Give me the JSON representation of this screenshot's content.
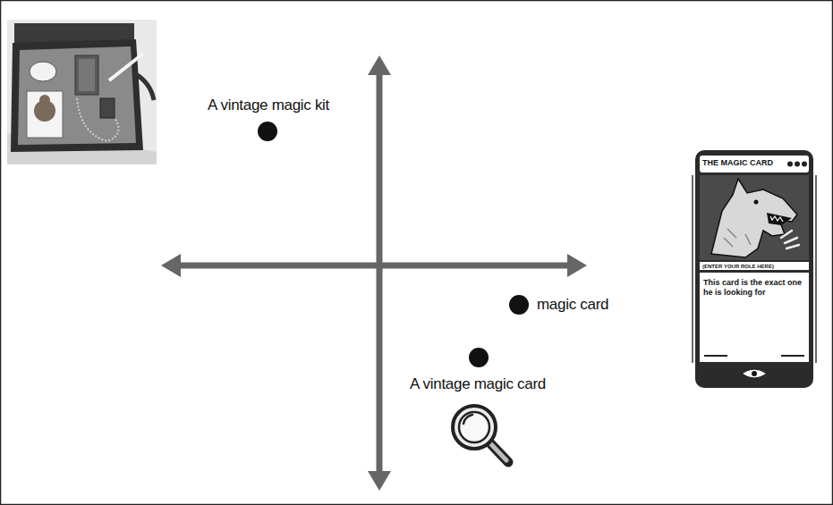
{
  "diagram": {
    "nodes": [
      {
        "text": [
          "THE MAGIC CARD",
          "(ENTER YOUR ROLE HERE)",
          "This card is the exact one he is looking for"
        ]
      }
    ],
    "labels": [
      "A vintage magic kit",
      "magic card",
      "A vintage magic card"
    ]
  }
}
